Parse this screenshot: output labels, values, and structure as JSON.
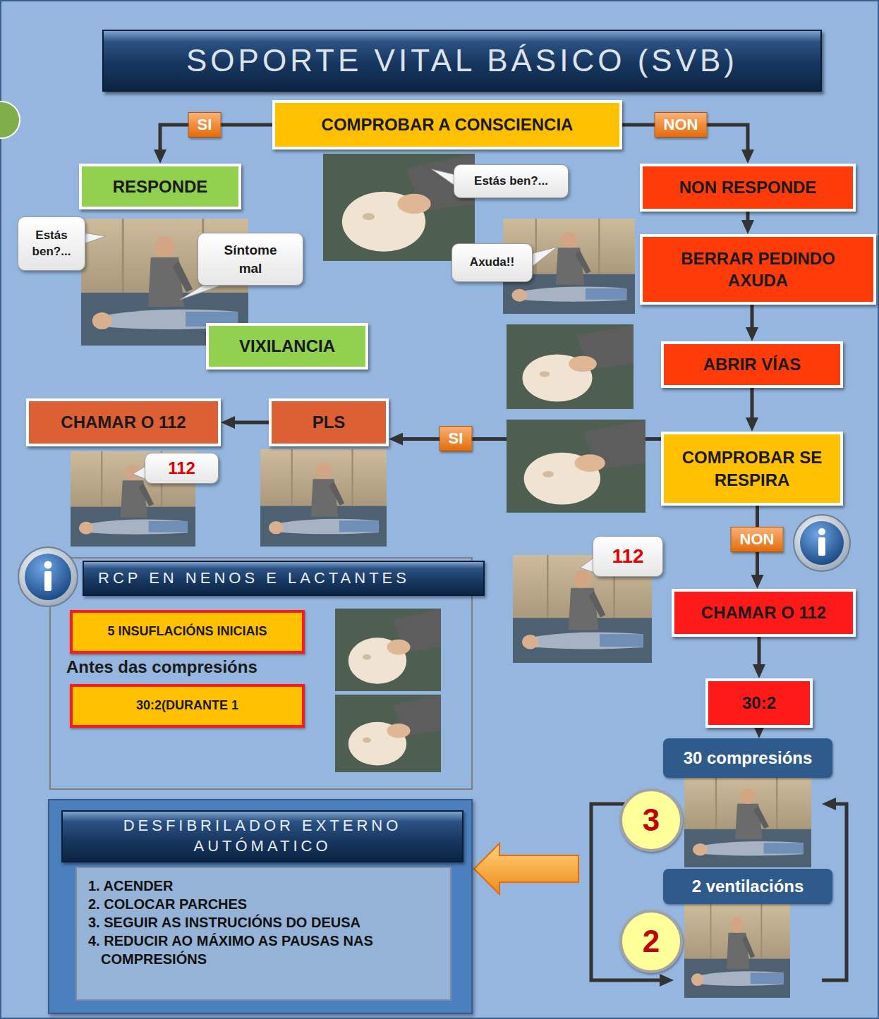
{
  "diagram": {
    "title": "SOPORTE VITAL BÁSICO (SVB)",
    "nodes": [
      {
        "text": [
          "COMPROBAR A CONSCIENCIA"
        ]
      },
      {
        "text": [
          "RESPONDE"
        ]
      },
      {
        "text": [
          "NON RESPONDE"
        ]
      },
      {
        "text": [
          "Estás ben?..."
        ]
      },
      {
        "text": [
          "Síntome mal"
        ]
      },
      {
        "text": [
          "Estás ben?..."
        ]
      },
      {
        "text": [
          "Axuda!!"
        ]
      },
      {
        "text": [
          "BERRAR PEDINDO AXUDA"
        ]
      },
      {
        "text": [
          "VIXILANCIA"
        ]
      },
      {
        "text": [
          "ABRIR VÍAS"
        ]
      },
      {
        "text": [
          "CHAMAR O 112"
        ]
      },
      {
        "text": [
          "PLS"
        ]
      },
      {
        "text": [
          "112"
        ]
      },
      {
        "text": [
          "COMPROBAR SE RESPIRA"
        ]
      },
      {
        "text": [
          "RCP EN NENOS E LACTANTES",
          "Antes das compresións"
        ]
      },
      {
        "text": [
          "5 INSUFLACIÓNS INICIAIS"
        ],
        "in": 14
      },
      {
        "text": [
          "30:2(DURANTE 1"
        ],
        "in": 14
      },
      {
        "text": [
          "112"
        ]
      },
      {
        "text": [
          "CHAMAR O 112"
        ]
      },
      {
        "text": [
          "30:2"
        ]
      },
      {
        "text": [
          "30 compresións"
        ]
      },
      {
        "text": [
          "3"
        ]
      },
      {
        "text": [
          "2 ventilacións"
        ]
      },
      {
        "text": [
          "2"
        ]
      },
      {
        "text": [
          "DESFIBRILADOR EXTERNO AUTÓMATICO",
          "1. ACENDER",
          "2. COLOCAR PARCHES",
          "3. SEGUIR AS INSTRUCIÓNS DO DEUSA",
          "4. REDUCIR AO MÁXIMO AS PAUSAS NAS COMPRESIÓNS"
        ]
      }
    ],
    "edges": [
      {
        "from": 0,
        "to": 1,
        "arrow": "to",
        "label": "SI"
      },
      {
        "from": 0,
        "to": 2,
        "arrow": "to",
        "label": "NON"
      },
      {
        "from": 2,
        "to": 7,
        "arrow": "to"
      },
      {
        "from": 7,
        "to": 9,
        "arrow": "to"
      },
      {
        "from": 9,
        "to": 13,
        "arrow": "to"
      },
      {
        "from": 13,
        "to": 11,
        "arrow": "to",
        "label": "SI"
      },
      {
        "from": 11,
        "to": 10,
        "arrow": "to"
      },
      {
        "from": 13,
        "to": 18,
        "arrow": "to",
        "label": "NON"
      },
      {
        "from": 18,
        "to": 19,
        "arrow": "to"
      },
      {
        "from": 19,
        "to": 20,
        "arrow": "to"
      },
      {
        "from": 20,
        "to": 22,
        "arrow": "to"
      },
      {
        "from": 22,
        "to": 20,
        "arrow": "to"
      }
    ]
  }
}
